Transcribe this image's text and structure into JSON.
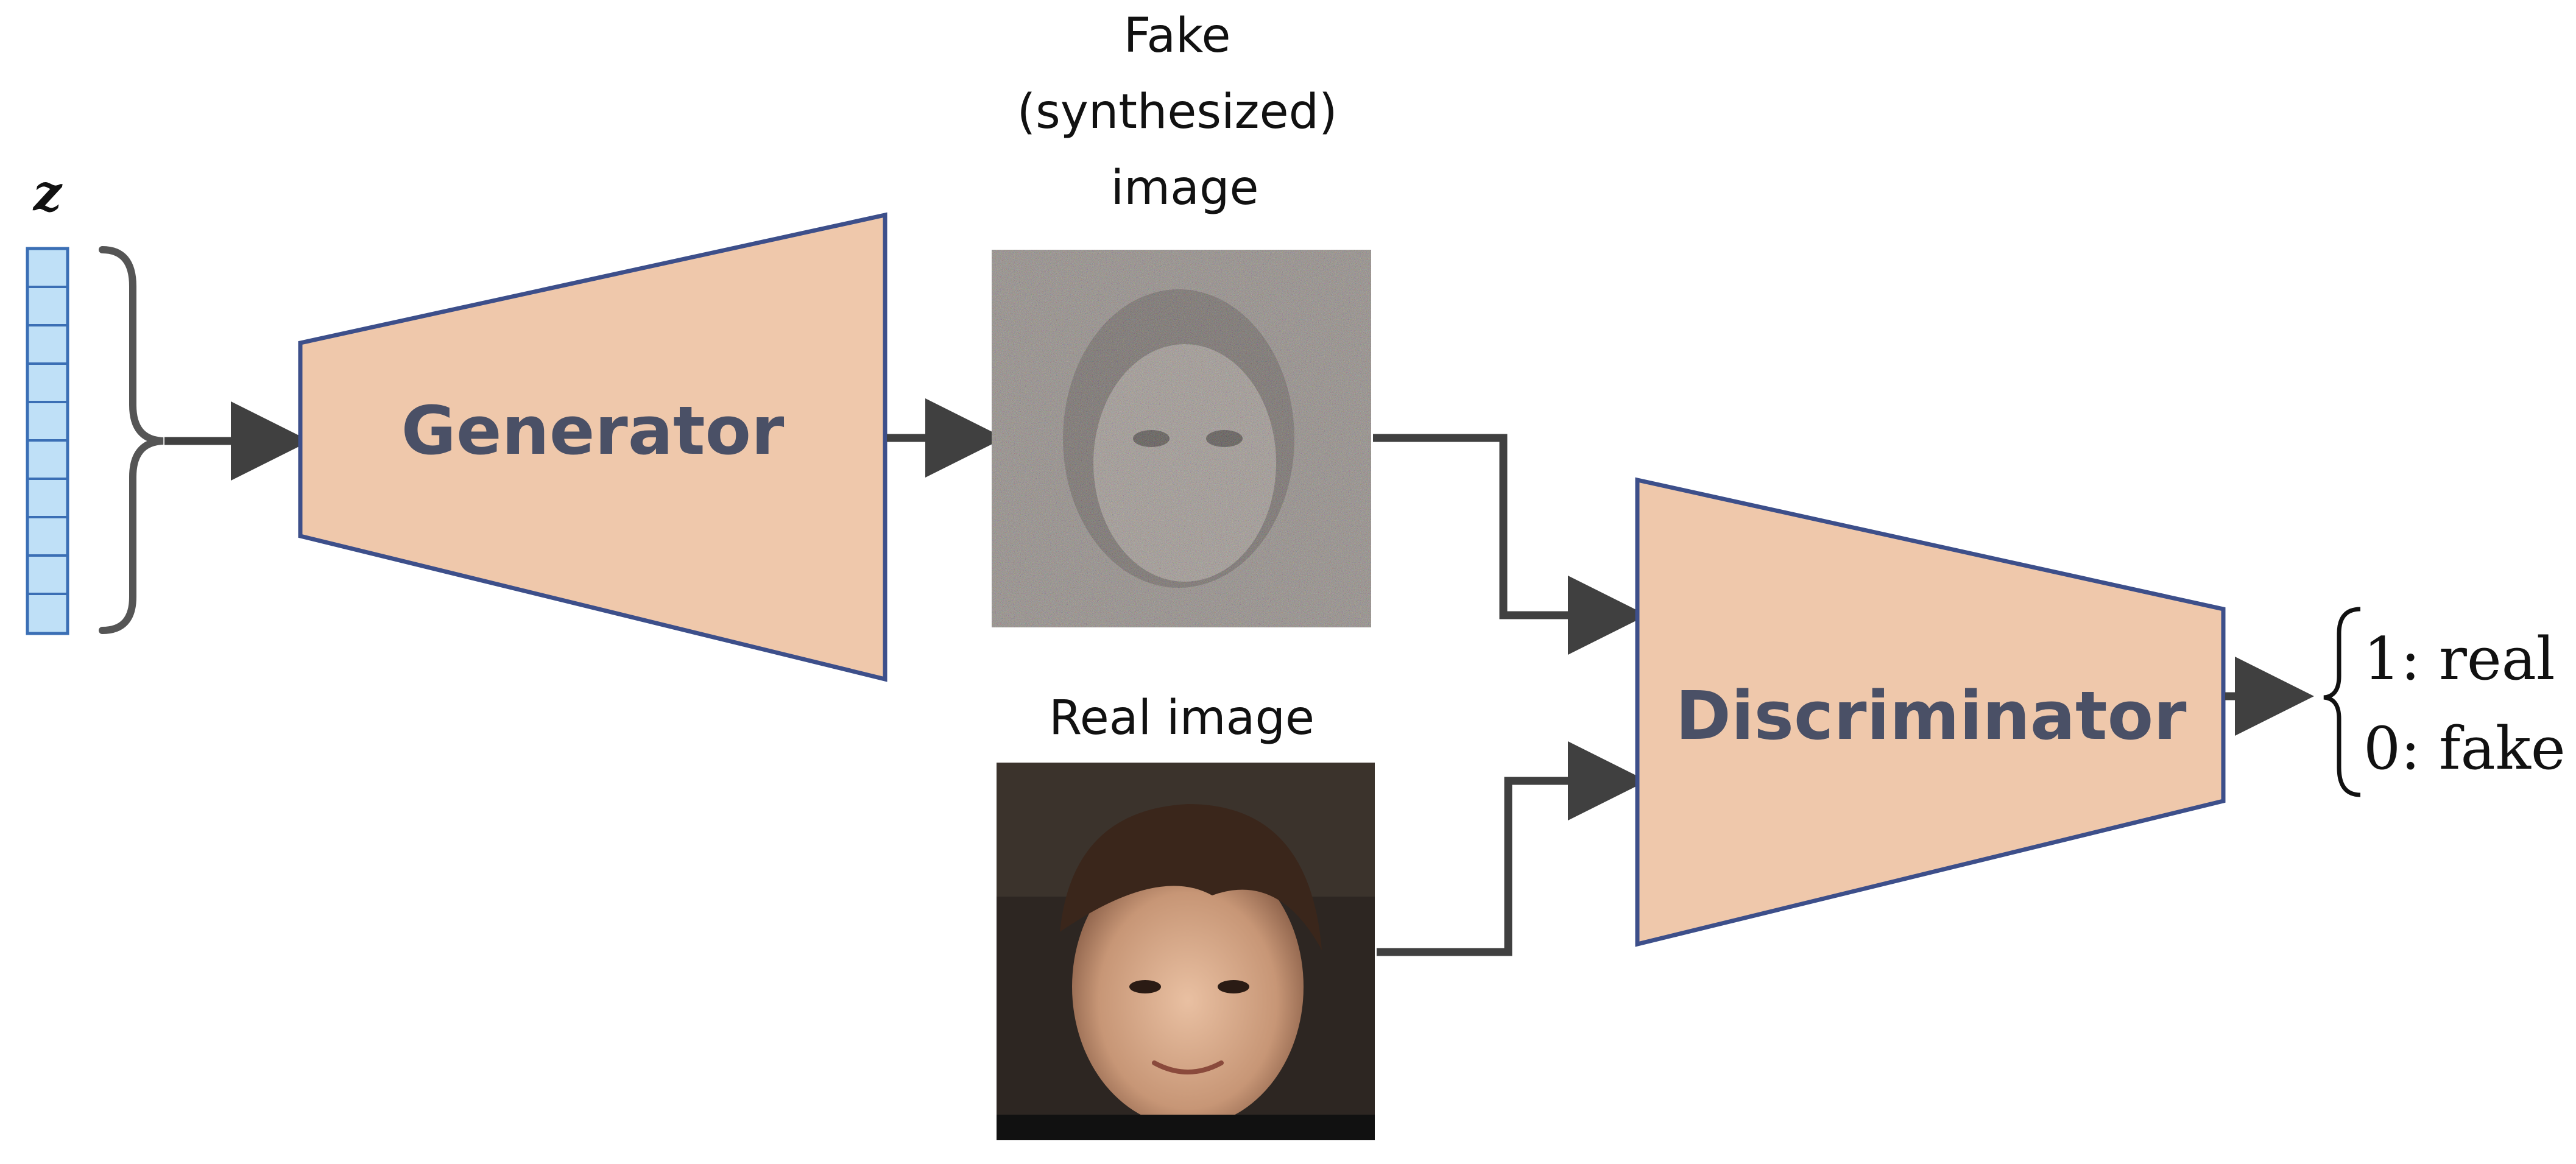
{
  "latent": {
    "symbol": "z"
  },
  "generator": {
    "label": "Generator"
  },
  "fake_image": {
    "caption_lines": [
      "Fake",
      "(synthesized)",
      "image"
    ]
  },
  "real_image": {
    "caption": "Real image"
  },
  "discriminator": {
    "label": "Discriminator"
  },
  "output": {
    "line1": "1: real",
    "line2": "0: fake"
  },
  "colors": {
    "block_fill": "#efc8ab",
    "block_stroke": "#3d4f8a",
    "block_text": "#4a5066",
    "arrow": "#404040",
    "vector_cell": "#bfe0f7",
    "vector_stroke": "#3b6fb5"
  }
}
